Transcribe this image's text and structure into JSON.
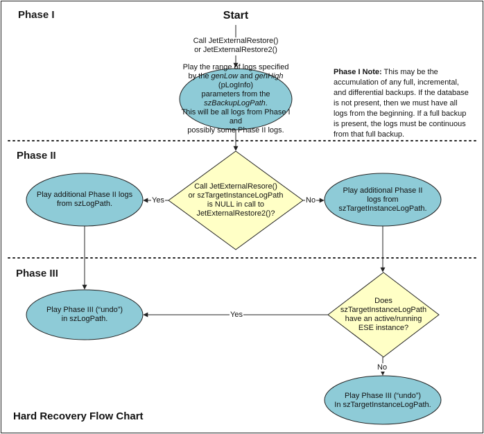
{
  "title": "Hard Recovery Flow Chart",
  "phases": {
    "phase1": "Phase I",
    "phase2": "Phase II",
    "phase3": "Phase III"
  },
  "start": {
    "label": "Start",
    "call_line1": "Call JetExternalRestore()",
    "call_line2": "or JetExternalRestore2()"
  },
  "note": {
    "heading": "Phase I Note:",
    "body": " This may be the accumulation of any full, incremental, and differential backups. If the database is not present, then we must have all logs from the beginning. If a full backup is present, the logs must be continuous from that full backup."
  },
  "nodes": {
    "play_range": {
      "t1": "Play the range of logs specified",
      "t2": "by the ",
      "t3": "genLow",
      "t4": " and ",
      "t5": "genHigh",
      "t6": " (pLogInfo)",
      "t7": "parameters from the ",
      "t8": "szBackupLogPath",
      "t9": ".",
      "t10": "This will be all logs from Phase I and",
      "t11": "possibly some Phase II logs."
    },
    "decision_null": {
      "l1": "Call JetExternalResore()",
      "l2": "or szTargetInstanceLogPath",
      "l3": "is NULL in call to",
      "l4": "JetExternalRestore2()?"
    },
    "play_phase2_left": {
      "l1": "Play additional Phase II logs",
      "l2": "from szLogPath."
    },
    "play_phase2_right": {
      "l1": "Play additional Phase II",
      "l2": "logs from",
      "l3": "szTargetInstanceLogPath."
    },
    "decision_active": {
      "l1": "Does",
      "l2": "szTargetInstanceLogPath",
      "l3": "have an active/running",
      "l4": "ESE instance?"
    },
    "play_phase3_left": {
      "l1": "Play Phase III (“undo”)",
      "l2": "in szLogPath."
    },
    "play_phase3_right": {
      "l1": "Play Phase III (“undo”)",
      "l2": "In szTargetInstanceLogPath."
    }
  },
  "edges": {
    "yes_left": "Yes",
    "no_right": "No",
    "yes_phase3": "Yes",
    "no_phase3": "No"
  },
  "colors": {
    "node_fill": "#8ecbd7",
    "decision_fill": "#ffffc6",
    "stroke": "#222222"
  }
}
